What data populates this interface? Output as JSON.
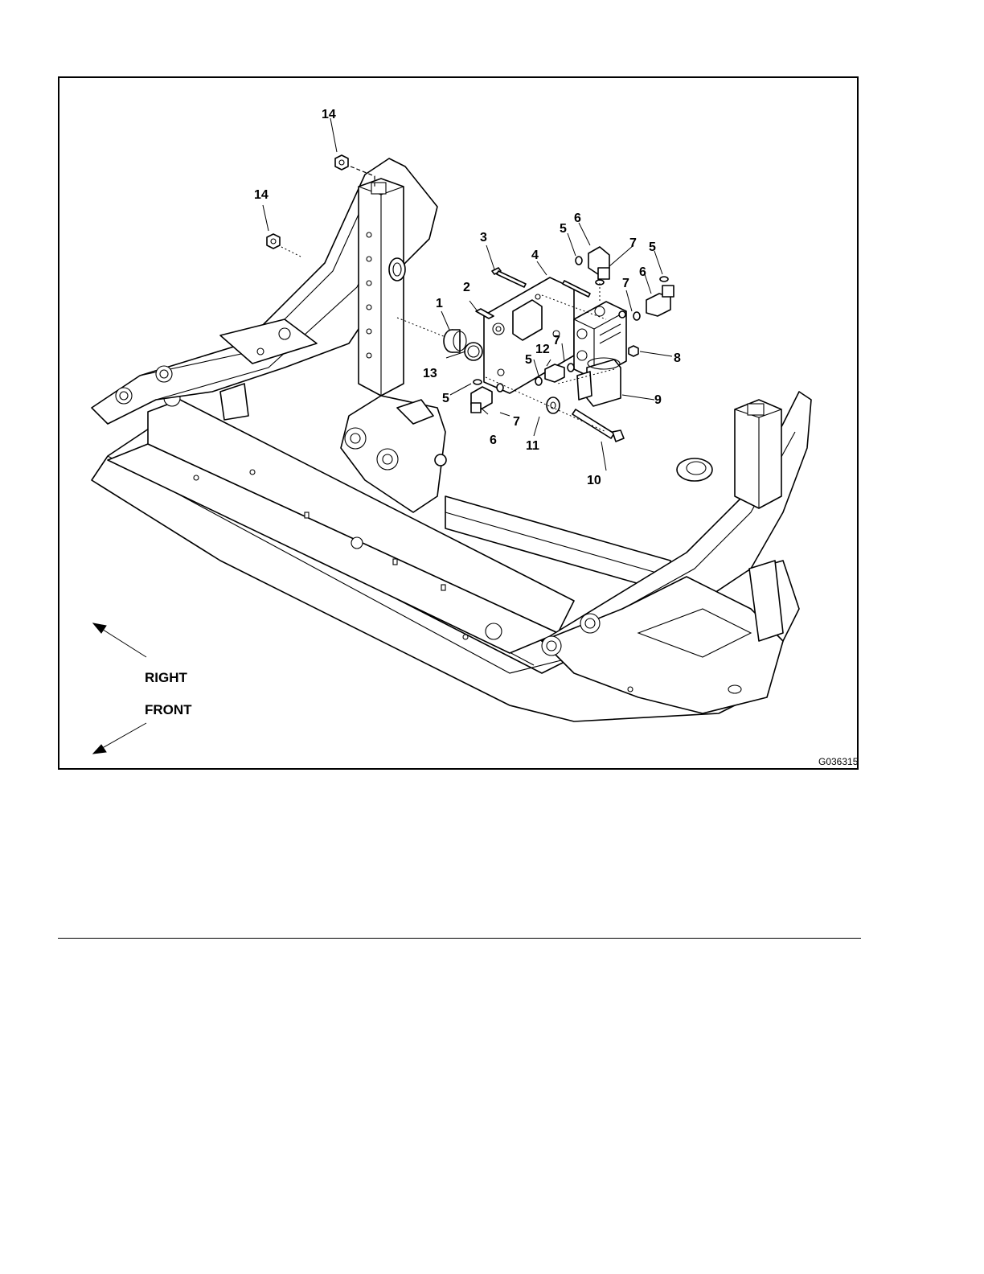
{
  "figure": {
    "figure_id": "G036315",
    "callouts": [
      "1",
      "2",
      "3",
      "4",
      "5",
      "6",
      "7",
      "8",
      "9",
      "10",
      "11",
      "12",
      "13",
      "14"
    ],
    "directions": {
      "right": "RIGHT",
      "front": "FRONT"
    }
  }
}
